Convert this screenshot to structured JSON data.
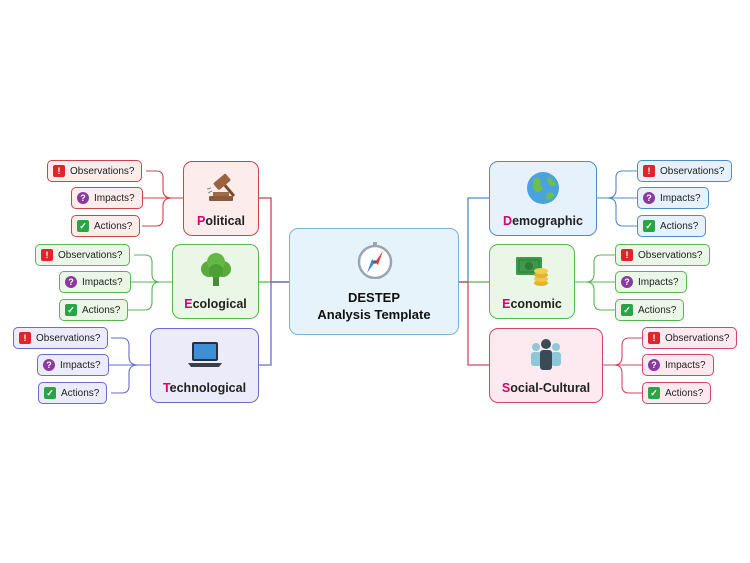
{
  "central": {
    "line1": "DESTEP",
    "line2": "Analysis Template",
    "icon": "compass-icon"
  },
  "branches": [
    {
      "key": "political",
      "initial": "P",
      "rest": "olitical",
      "icon": "gavel-icon",
      "color": "#c8464a",
      "obs": "Observations?",
      "imp": "Impacts?",
      "act": "Actions?"
    },
    {
      "key": "ecological",
      "initial": "E",
      "rest": "cological",
      "icon": "tree-icon",
      "color": "#58b552",
      "obs": "Observations?",
      "imp": "Impacts?",
      "act": "Actions?"
    },
    {
      "key": "technological",
      "initial": "T",
      "rest": "echnological",
      "icon": "laptop-icon",
      "color": "#6a6ad0",
      "obs": "Observations?",
      "imp": "Impacts?",
      "act": "Actions?"
    },
    {
      "key": "demographic",
      "initial": "D",
      "rest": "emographic",
      "icon": "globe-icon",
      "color": "#4f8cc4",
      "obs": "Observations?",
      "imp": "Impacts?",
      "act": "Actions?"
    },
    {
      "key": "economic",
      "initial": "E",
      "rest": "conomic",
      "icon": "money-icon",
      "color": "#58b552",
      "obs": "Observations?",
      "imp": "Impacts?",
      "act": "Actions?"
    },
    {
      "key": "social",
      "initial": "S",
      "rest": "ocial-Cultural",
      "icon": "people-icon",
      "color": "#d2466a",
      "obs": "Observations?",
      "imp": "Impacts?",
      "act": "Actions?"
    }
  ]
}
